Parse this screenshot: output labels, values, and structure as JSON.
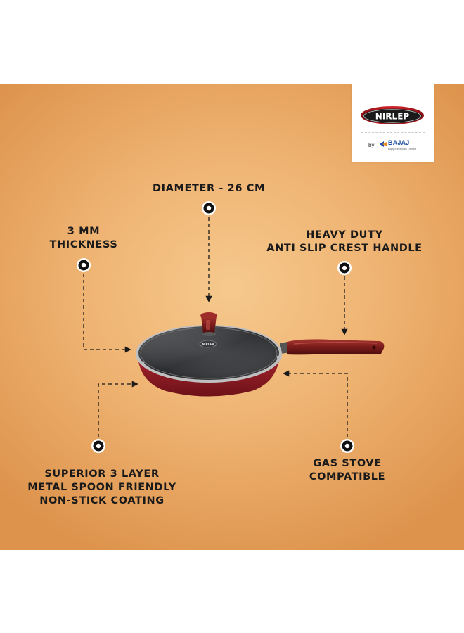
{
  "logo": {
    "brand": "NIRLEP",
    "by": "by",
    "partner": "BAJAJ",
    "partner_sub": "Bajaj Electricals Limited"
  },
  "features": {
    "diameter": "DIAMETER - 26 CM",
    "thickness": [
      "3 MM",
      "THICKNESS"
    ],
    "handle": [
      "HEAVY DUTY",
      "ANTI SLIP CREST HANDLE"
    ],
    "coating": [
      "SUPERIOR 3 LAYER",
      "METAL SPOON FRIENDLY",
      "NON-STICK COATING"
    ],
    "stove": [
      "GAS STOVE",
      "COMPATIBLE"
    ]
  },
  "colors": {
    "background_center": "#f6c98d",
    "background_edge": "#dd934c",
    "pan_body": "#8e1a22",
    "handle": "#7a1b1b",
    "text": "#1a1a1a",
    "bajaj_blue": "#1c4fa1"
  }
}
